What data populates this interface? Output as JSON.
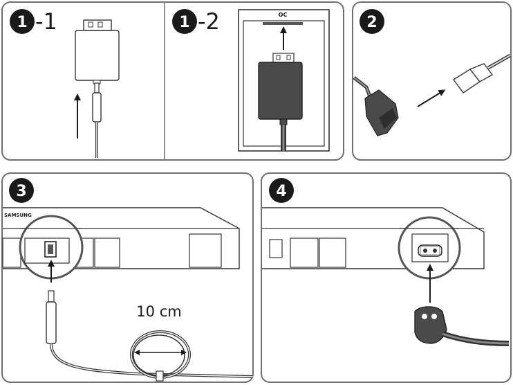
{
  "steps": {
    "s1": {
      "number": "1",
      "suffix": "-1"
    },
    "s1b": {
      "number": "1",
      "suffix": "-2"
    },
    "s2": {
      "number": "2"
    },
    "s3": {
      "number": "3"
    },
    "s4": {
      "number": "4"
    }
  },
  "labels": {
    "oc": "OC",
    "brand": "SAMSUNG",
    "cable_length": "10 cm"
  },
  "colors": {
    "frame": "#6f6f6f",
    "badge": "#1a1a1a",
    "module_dark": "#4a4a4a",
    "stroke": "#333333"
  }
}
